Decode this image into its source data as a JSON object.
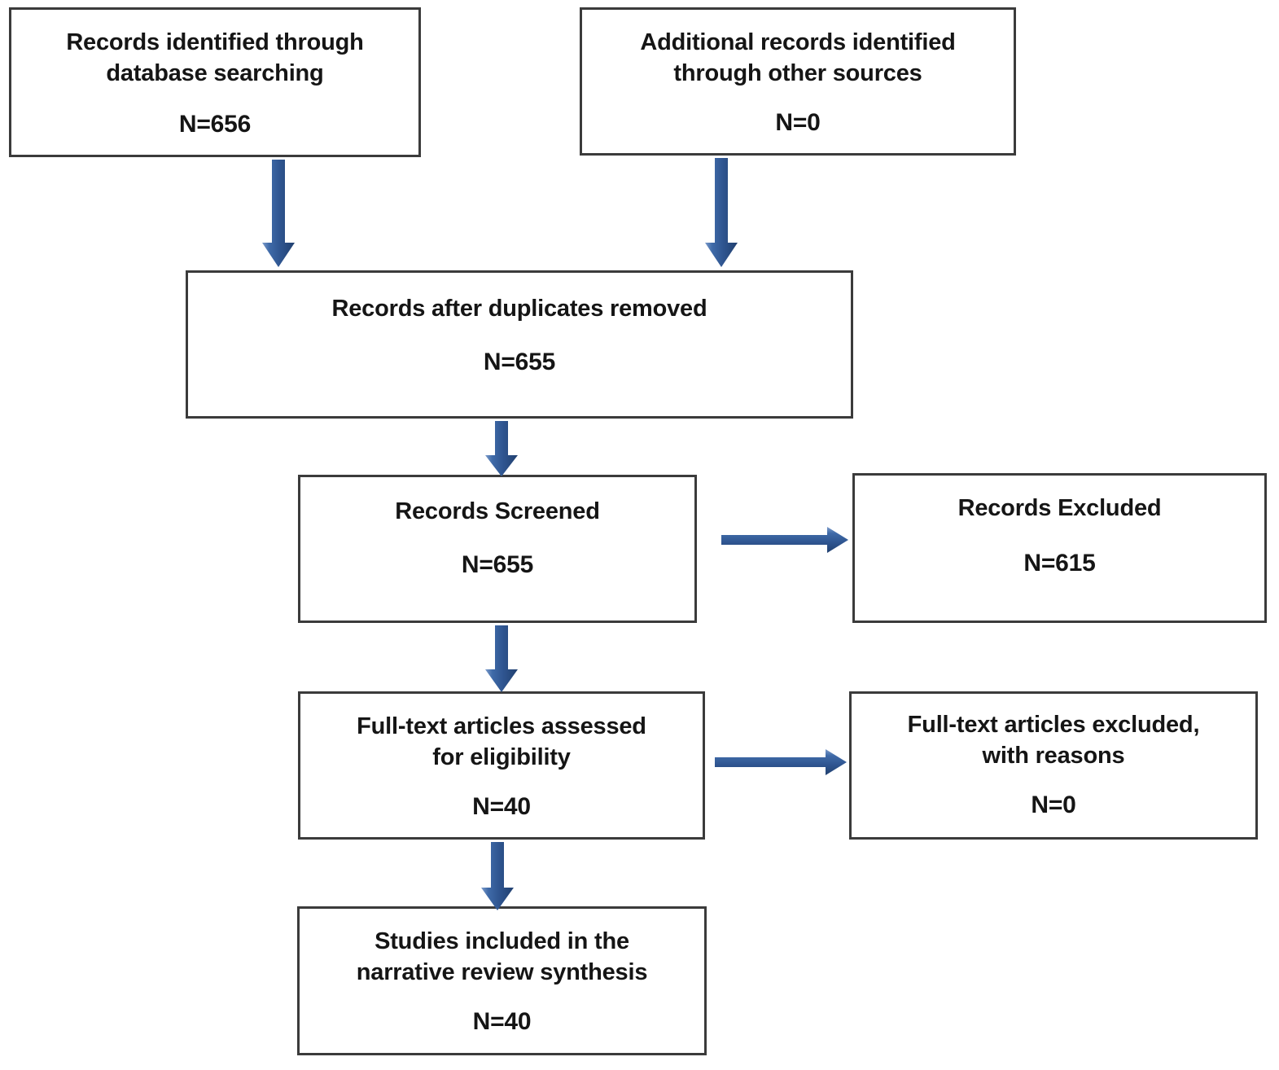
{
  "diagram": {
    "type": "prisma-flow-diagram",
    "accent_color": "#3a6099",
    "box_border_color": "#3b3b3b",
    "background_color": "#ffffff",
    "text_color": "#151515"
  },
  "nodes": {
    "db_search": {
      "title": "Records identified through\ndatabase searching",
      "count": "N=656"
    },
    "other_sources": {
      "title": "Additional records identified\nthrough other sources",
      "count": "N=0"
    },
    "duplicates": {
      "title": "Records after duplicates removed",
      "count": "N=655"
    },
    "screened": {
      "title": "Records Screened",
      "count": "N=655"
    },
    "excluded": {
      "title": "Records Excluded",
      "count": "N=615"
    },
    "fulltext": {
      "title": "Full-text articles assessed\nfor eligibility",
      "count": "N=40"
    },
    "fulltext_excluded": {
      "title": "Full-text articles excluded,\nwith reasons",
      "count": "N=0"
    },
    "included": {
      "title": "Studies included in the\nnarrative review synthesis",
      "count": "N=40"
    }
  },
  "edges": [
    {
      "name": "db-search-to-duplicates",
      "from": "db_search",
      "to": "duplicates",
      "direction": "down"
    },
    {
      "name": "other-sources-to-duplicates",
      "from": "other_sources",
      "to": "duplicates",
      "direction": "down"
    },
    {
      "name": "duplicates-to-screened",
      "from": "duplicates",
      "to": "screened",
      "direction": "down"
    },
    {
      "name": "screened-to-excluded",
      "from": "screened",
      "to": "excluded",
      "direction": "right"
    },
    {
      "name": "screened-to-fulltext",
      "from": "screened",
      "to": "fulltext",
      "direction": "down"
    },
    {
      "name": "fulltext-to-fulltext-excluded",
      "from": "fulltext",
      "to": "fulltext_excluded",
      "direction": "right"
    },
    {
      "name": "fulltext-to-included",
      "from": "fulltext",
      "to": "included",
      "direction": "down"
    }
  ]
}
